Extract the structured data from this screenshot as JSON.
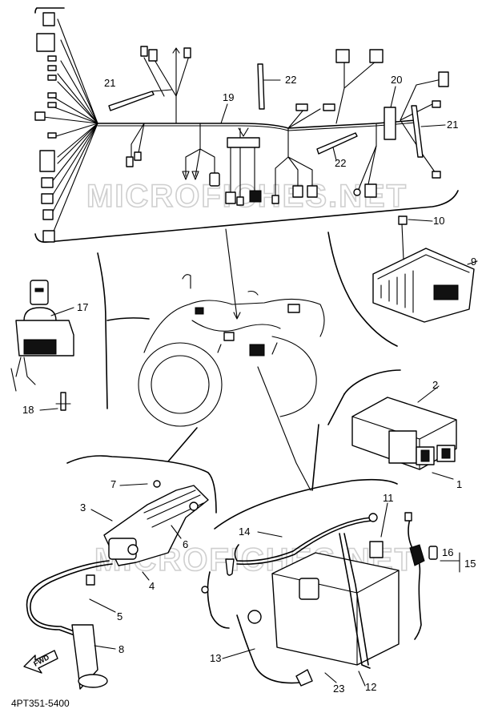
{
  "diagram": {
    "part_code": "4PT351-5400",
    "watermark": "MICROFICHES.NET",
    "fwd_label": "FWD",
    "callouts": {
      "c1": "1",
      "c2": "2",
      "c3": "3",
      "c4": "4",
      "c5": "5",
      "c6": "6",
      "c7": "7",
      "c8": "8",
      "c9": "9",
      "c10": "10",
      "c11": "11",
      "c12": "12",
      "c13": "13",
      "c14": "14",
      "c15": "15",
      "c16": "16",
      "c17": "17",
      "c18": "18",
      "c19": "19",
      "c20": "20",
      "c21a": "21",
      "c21b": "21",
      "c22a": "22",
      "c22b": "22",
      "c23": "23"
    }
  }
}
